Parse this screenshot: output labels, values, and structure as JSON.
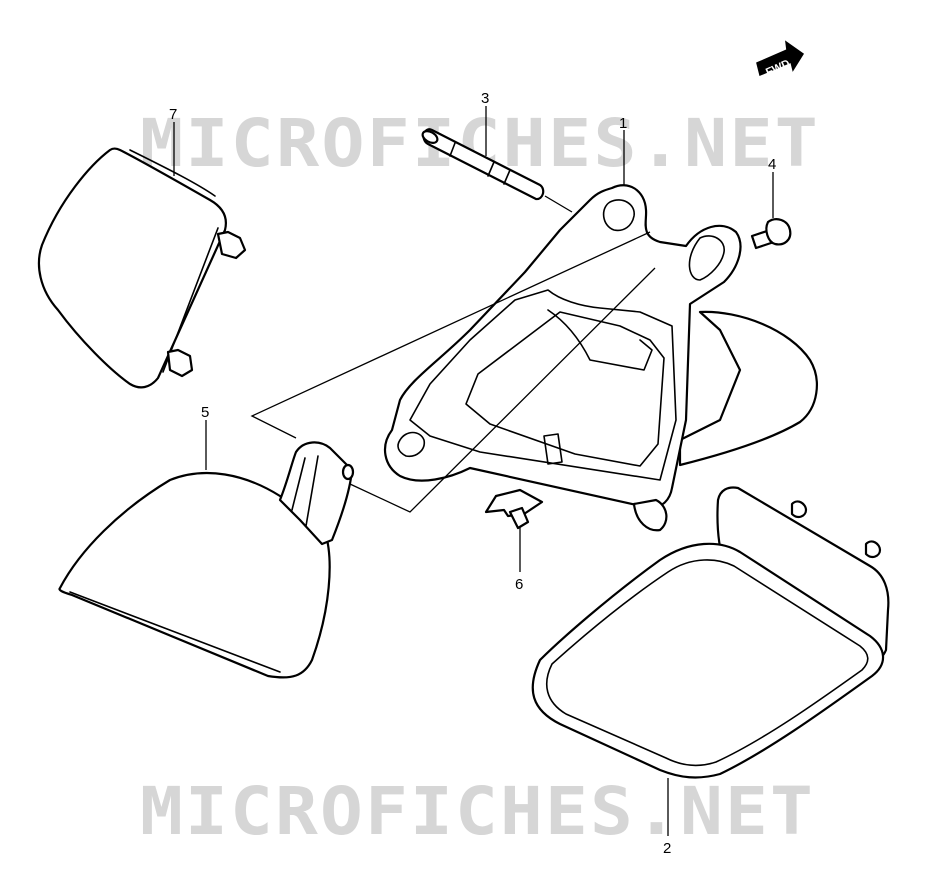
{
  "watermark": {
    "text": "MICROFICHES.NET",
    "color": "#d6d6d6"
  },
  "direction_badge": {
    "label": "FWD",
    "icon": "arrow-right-icon"
  },
  "callouts": [
    {
      "id": "1",
      "label": "1"
    },
    {
      "id": "2",
      "label": "2"
    },
    {
      "id": "3",
      "label": "3"
    },
    {
      "id": "4",
      "label": "4"
    },
    {
      "id": "5",
      "label": "5"
    },
    {
      "id": "6",
      "label": "6"
    },
    {
      "id": "7",
      "label": "7"
    }
  ]
}
